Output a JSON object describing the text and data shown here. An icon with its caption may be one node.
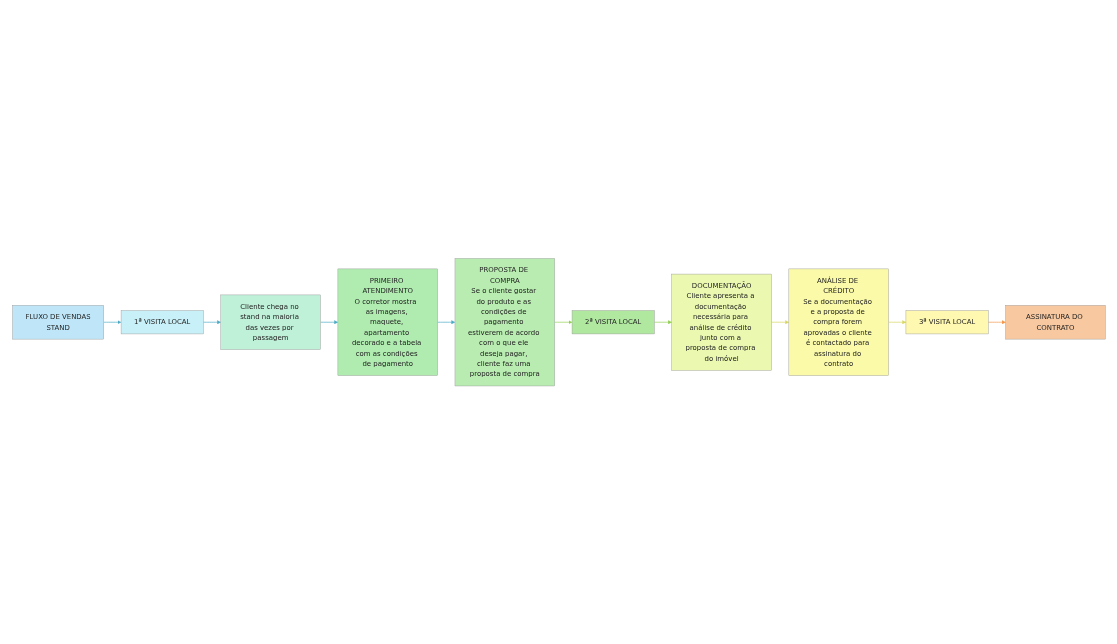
{
  "diagram": {
    "nodes": [
      {
        "text": [
          "FLUXO DE VENDAS",
          "STAND"
        ]
      },
      {
        "text": [
          "1ª VISITA LOCAL"
        ]
      },
      {
        "text": [
          "Cliente chega no stand na maioria das vezes por passagem"
        ]
      },
      {
        "text": [
          "PRIMEIRO ATENDIMENTO",
          "O corretor mostra  as imagens, maquete, apartamento decorado e a tabela com as condições de pagamento"
        ]
      },
      {
        "text": [
          "PROPOSTA DE COMPRA",
          "Se o cliente gostar do produto e as condições de pagamento estiverem de acordo com o que ele deseja pagar, cliente faz uma proposta de compra"
        ]
      },
      {
        "text": [
          "2ª VISITA LOCAL"
        ]
      },
      {
        "text": [
          "DOCUMENTAÇÃO",
          "Cliente apresenta a documentação necessária para análise de crédito junto com a proposta de compra do imóvel"
        ]
      },
      {
        "text": [
          "ANÁLISE DE CRÉDITO",
          "Se a documentação e a proposta de compra forem aprovadas o cliente é contactado para assinatura do contrato"
        ]
      },
      {
        "text": [
          "3ª VISITA LOCAL"
        ]
      },
      {
        "text": [
          "ASSINATURA DO CONTRATO"
        ]
      }
    ],
    "edges": [
      {
        "from": 0,
        "to": 1,
        "arrow": "to"
      },
      {
        "from": 1,
        "to": 2,
        "arrow": "to"
      },
      {
        "from": 2,
        "to": 3,
        "arrow": "to"
      },
      {
        "from": 3,
        "to": 4,
        "arrow": "to"
      },
      {
        "from": 4,
        "to": 5,
        "arrow": "to",
        "color": "#92d050"
      },
      {
        "from": 5,
        "to": 6,
        "arrow": "to",
        "color": "#92d050"
      },
      {
        "from": 6,
        "to": 7,
        "arrow": "to",
        "color": "#d8d860"
      },
      {
        "from": 7,
        "to": 8,
        "arrow": "to",
        "color": "#d8d860"
      },
      {
        "from": 8,
        "to": 9,
        "arrow": "to",
        "color": "#f79646"
      }
    ]
  }
}
